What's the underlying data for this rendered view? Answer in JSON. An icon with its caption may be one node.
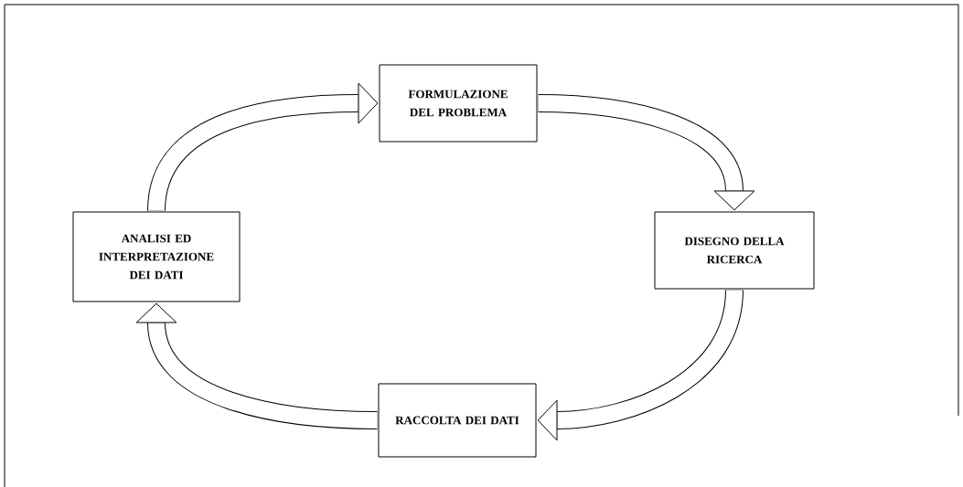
{
  "diagram": {
    "nodes": [
      {
        "text": [
          "FORMULAZIONE DEL PROBLEMA"
        ]
      },
      {
        "text": [
          "DISEGNO DELLA RICERCA"
        ]
      },
      {
        "text": [
          "RACCOLTA DEI DATI"
        ]
      },
      {
        "text": [
          "ANALISI ED INTERPRETAZIONE DEI DATI"
        ]
      }
    ],
    "edges": [
      {
        "from": 3,
        "to": 0,
        "arrow": "to"
      },
      {
        "from": 0,
        "to": 1,
        "arrow": "to"
      },
      {
        "from": 1,
        "to": 2,
        "arrow": "to"
      },
      {
        "from": 2,
        "to": 3,
        "arrow": "to"
      }
    ]
  }
}
